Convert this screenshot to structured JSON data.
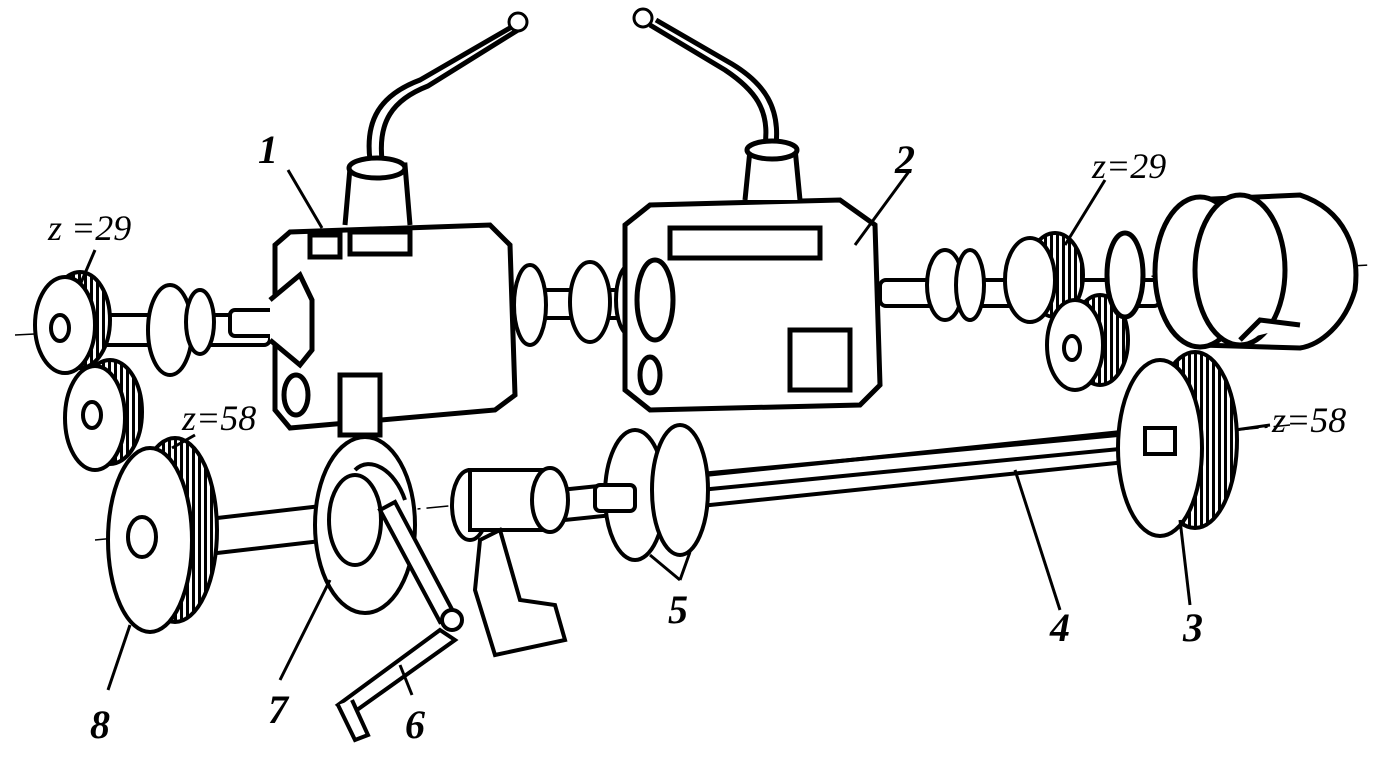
{
  "callouts": {
    "n1": "1",
    "n2": "2",
    "n3": "3",
    "n4": "4",
    "n5": "5",
    "n6": "6",
    "n7": "7",
    "n8": "8"
  },
  "teeth": {
    "left_top": "z =29",
    "right_top": "z=29",
    "left_bottom": "z=58",
    "right_bottom": "z=58"
  },
  "colors": {
    "ink": "#000000",
    "paper": "#ffffff"
  }
}
